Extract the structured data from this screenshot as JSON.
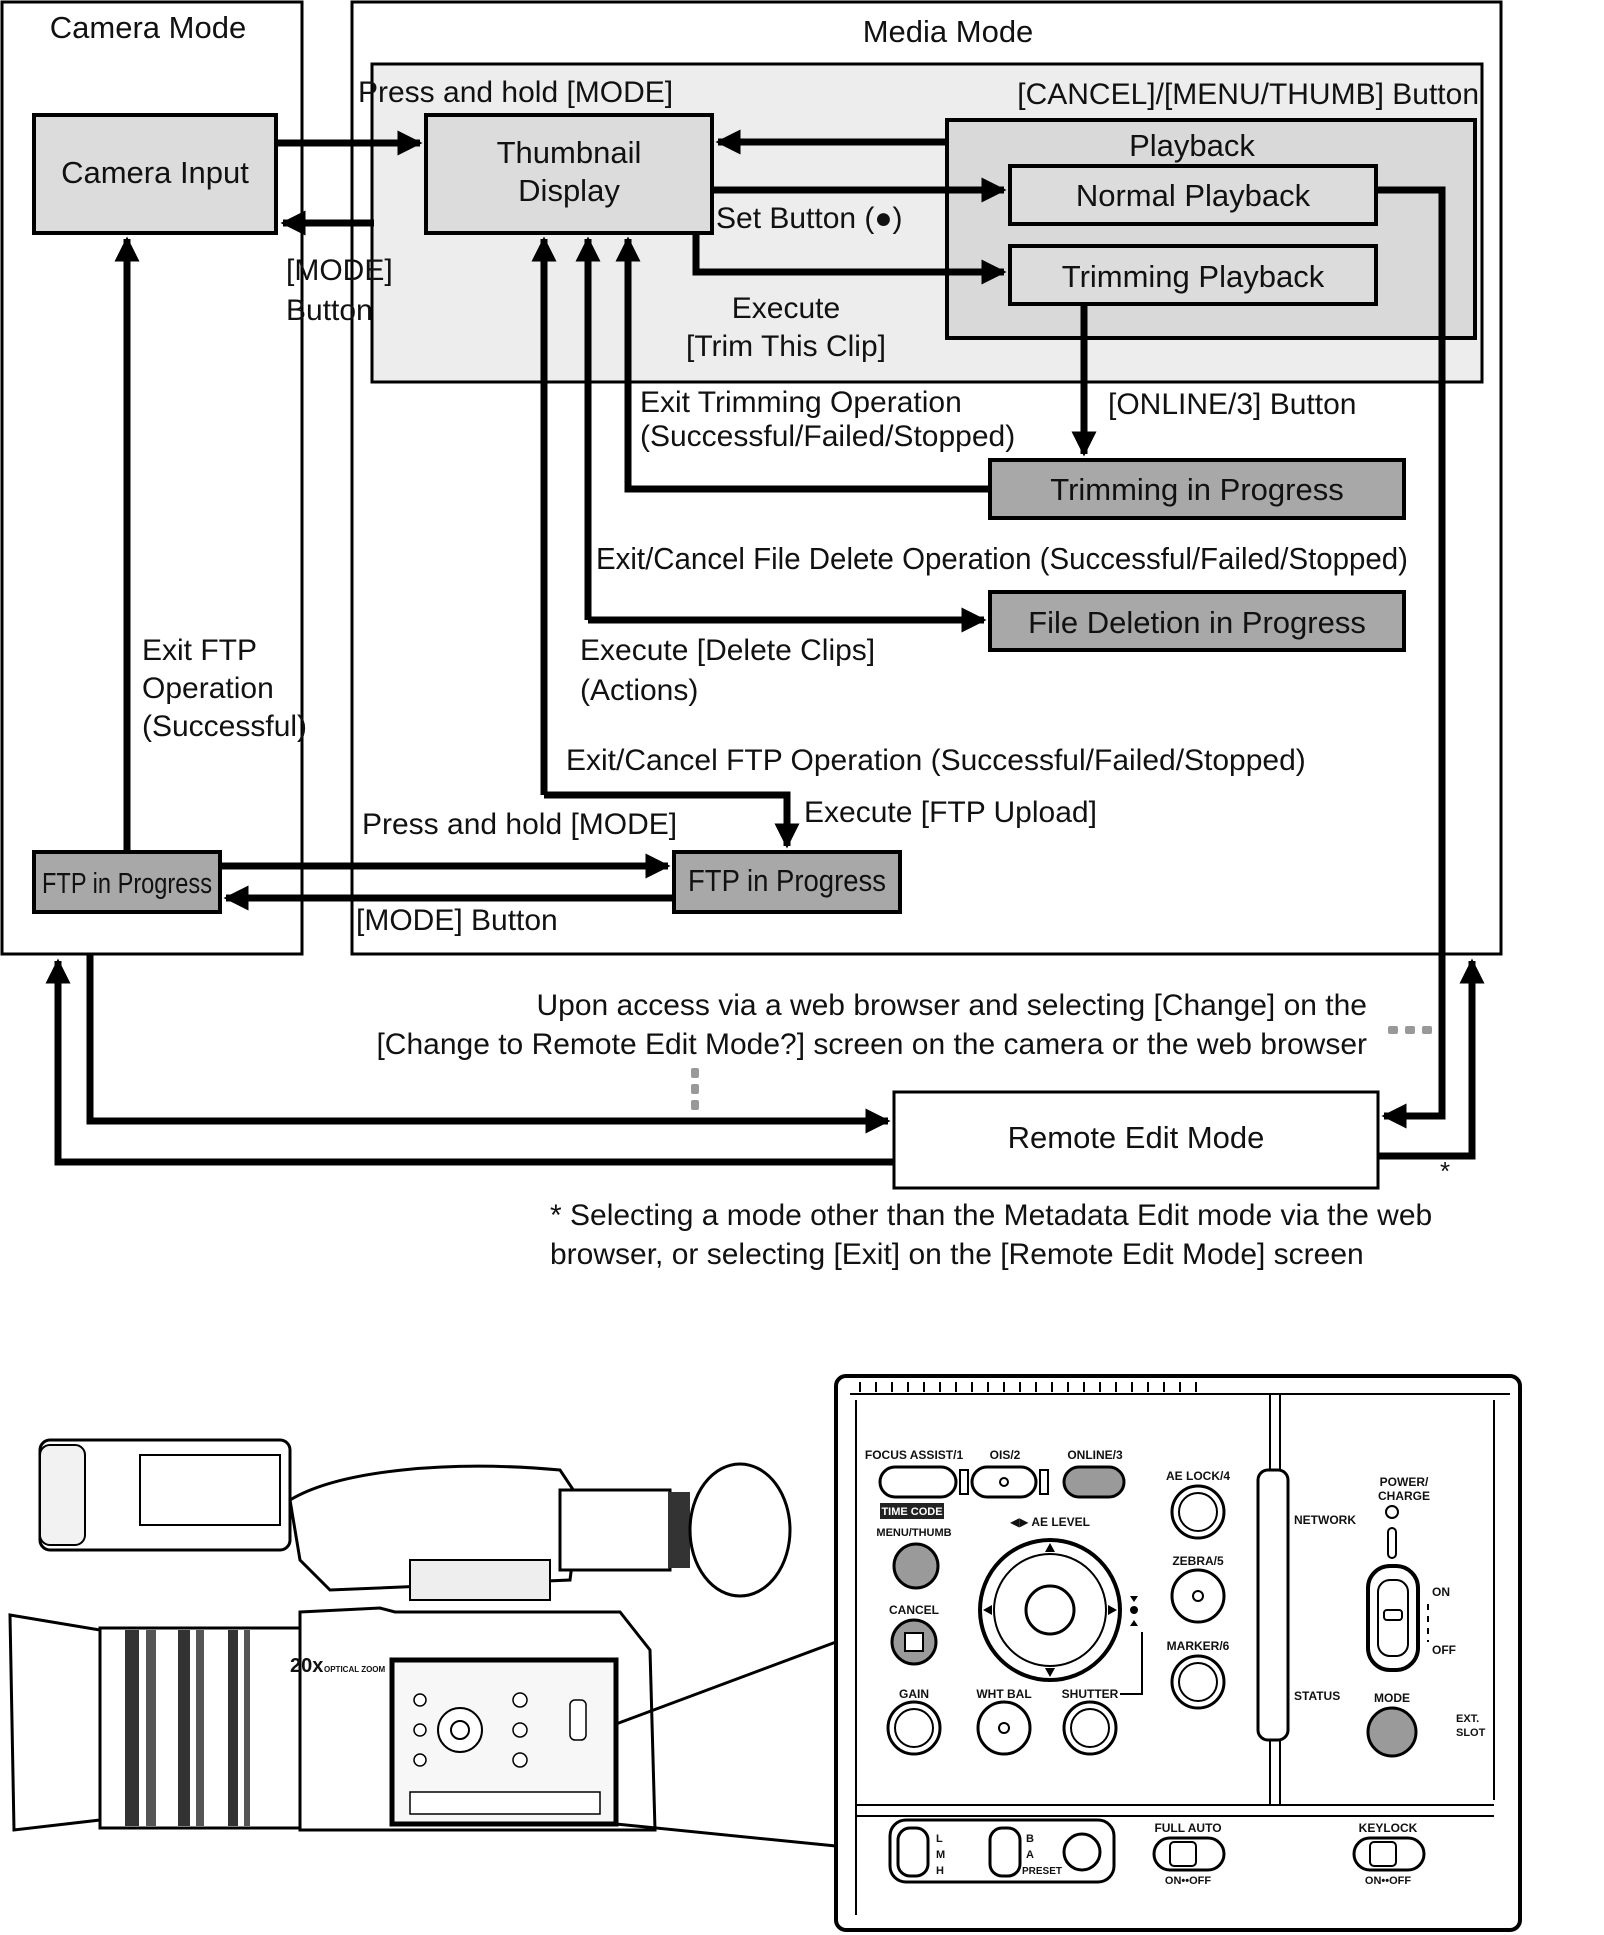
{
  "modes": {
    "camera_mode": "Camera Mode",
    "media_mode": "Media Mode",
    "remote_edit_mode": "Remote Edit Mode"
  },
  "boxes": {
    "camera_input": "Camera Input",
    "thumbnail_display": [
      "Thumbnail",
      "Display"
    ],
    "playback": "Playback",
    "normal_playback": "Normal Playback",
    "trimming_playback": "Trimming Playback",
    "trimming_in_progress": "Trimming in Progress",
    "file_deletion_in_progress": "File Deletion in Progress",
    "ftp_in_progress_camera": "FTP in Progress",
    "ftp_in_progress_media": "FTP in Progress"
  },
  "labels": {
    "press_hold_mode_top": "Press and hold [MODE]",
    "cancel_menu_thumb": "[CANCEL]/[MENU/THUMB] Button",
    "mode_button_top": [
      "[MODE]",
      "Button"
    ],
    "set_button": "Set Button (●)",
    "execute_trim": [
      "Execute",
      "[Trim This Clip]"
    ],
    "exit_trimming": [
      "Exit Trimming Operation",
      "(Successful/Failed/Stopped)"
    ],
    "online3_button": "[ONLINE/3] Button",
    "exit_cancel_file_delete": "Exit/Cancel File Delete Operation (Successful/Failed/Stopped)",
    "execute_delete": [
      "Execute [Delete Clips]",
      "(Actions)"
    ],
    "exit_ftp_successful": [
      "Exit FTP",
      "Operation",
      "(Successful)"
    ],
    "exit_cancel_ftp": "Exit/Cancel FTP Operation (Successful/Failed/Stopped)",
    "press_hold_mode_bottom": "Press and hold [MODE]",
    "execute_ftp_upload": "Execute [FTP Upload]",
    "mode_button_bottom": "[MODE] Button",
    "web_browser_access": [
      "Upon access via a web browser and selecting [Change] on the",
      "[Change to Remote Edit Mode?] screen on the camera or the web browser"
    ],
    "asterisk": "*",
    "footnote": [
      "* Selecting a mode other than the Metadata Edit mode via the web",
      "browser, or selecting [Exit] on the [Remote Edit Mode] screen"
    ]
  },
  "panel": {
    "focus_assist": "FOCUS ASSIST/1",
    "ois": "OIS/2",
    "online": "ONLINE/3",
    "ae_lock": "AE LOCK/4",
    "time_code": "TIME CODE",
    "menu_thumb": "MENU/THUMB",
    "ae_level": "◀▶ AE LEVEL",
    "zebra": "ZEBRA/5",
    "cancel": "CANCEL",
    "marker": "MARKER/6",
    "gain": "GAIN",
    "wht_bal": "WHT BAL",
    "shutter": "SHUTTER",
    "network": "NETWORK",
    "status": "STATUS",
    "power_charge": [
      "POWER/",
      "CHARGE"
    ],
    "on": "ON",
    "off": "OFF",
    "mode": "MODE",
    "ext_slot": [
      "EXT.",
      "SLOT"
    ],
    "lmh": [
      "L",
      "M",
      "H"
    ],
    "ba": [
      "B",
      "A"
    ],
    "preset": "PRESET",
    "full_auto": "FULL AUTO",
    "keylock": "KEYLOCK",
    "on_off": "ON••OFF"
  },
  "camera_labels": {
    "zoom": "20x",
    "optical_zoom": "OPTICAL ZOOM"
  }
}
